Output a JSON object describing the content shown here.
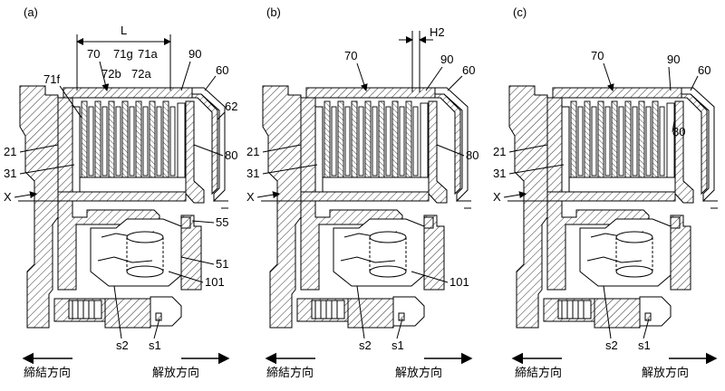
{
  "panels": [
    {
      "id": "a",
      "tag": "(a)",
      "labels": {
        "L": "L",
        "n70": "70",
        "n71g": "71g",
        "n71a": "71a",
        "n72b": "72b",
        "n72a": "72a",
        "n71f": "71f",
        "n90": "90",
        "n60": "60",
        "n62": "62",
        "n21": "21",
        "n31": "31",
        "n80": "80",
        "X": "X",
        "n55": "55",
        "n51": "51",
        "n101": "101",
        "s2": "s2",
        "s1": "s1"
      },
      "dir_left": "締結方向",
      "dir_right": "解放方向"
    },
    {
      "id": "b",
      "tag": "(b)",
      "labels": {
        "H2": "H2",
        "n70": "70",
        "n90": "90",
        "n60": "60",
        "n21": "21",
        "n31": "31",
        "n80": "80",
        "X": "X",
        "n101": "101",
        "s2": "s2",
        "s1": "s1"
      },
      "dir_left": "締結方向",
      "dir_right": "解放方向"
    },
    {
      "id": "c",
      "tag": "(c)",
      "labels": {
        "n70": "70",
        "n90": "90",
        "n60": "60",
        "n80": "80",
        "n21": "21",
        "n31": "31",
        "X": "X",
        "s2": "s2",
        "s1": "s1"
      },
      "dir_left": "締結方向",
      "dir_right": "解放方向"
    }
  ]
}
